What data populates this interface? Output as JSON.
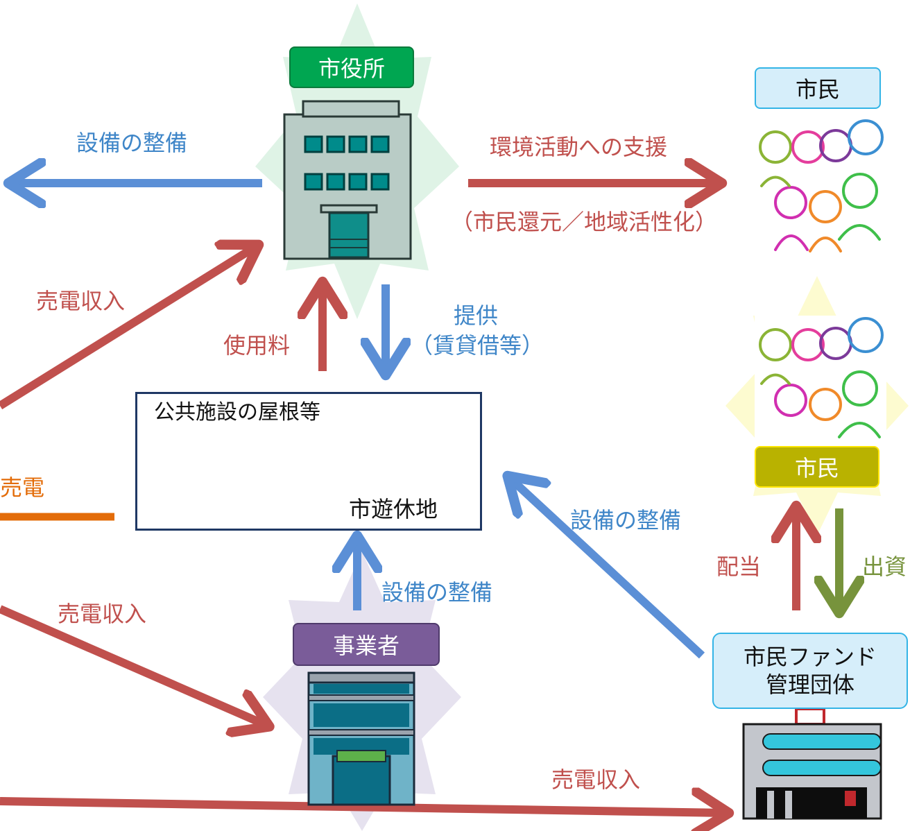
{
  "nodes": {
    "city_hall": {
      "label": "市役所"
    },
    "citizens_top": {
      "label": "市民"
    },
    "citizens_investors": {
      "label": "市民"
    },
    "operator": {
      "label": "事業者"
    },
    "fund": {
      "line1": "市民ファンド",
      "line2": "管理団体"
    },
    "facility": {
      "title": "公共施設の屋根等",
      "sublabel": "市遊休地"
    }
  },
  "flows": {
    "equipment_left": "設備の整備",
    "support": "環境活動への支援",
    "support_note": "（市民還元／地域活性化）",
    "sales_income_city": "売電収入",
    "usage_fee": "使用料",
    "provide": "提供",
    "provide_note": "（賃貸借等）",
    "sell_power": "売電",
    "equipment_fund": "設備の整備",
    "dividend": "配当",
    "investment": "出資",
    "equipment_operator": "設備の整備",
    "sales_income_operator": "売電収入",
    "sales_income_fund": "売電収入"
  },
  "colors": {
    "blue_arrow": "#5b8fd6",
    "red_arrow": "#c0504d",
    "orange_line": "#e36c09",
    "green_arrow": "#77933c",
    "city_hall_tag": "#00a651",
    "operator_tag": "#7a5c99",
    "citizen_tag": "#b9b200",
    "info_tag": "#d6eefa"
  },
  "icons": [
    "city-hall-building-icon",
    "citizens-group-icon",
    "office-building-icon",
    "fund-building-icon",
    "house-solar-panel-icon",
    "solar-field-icon"
  ]
}
